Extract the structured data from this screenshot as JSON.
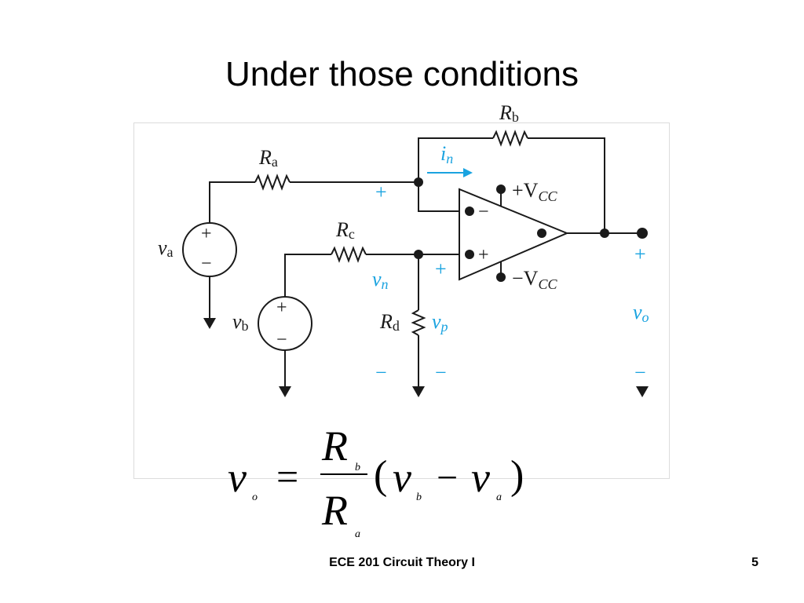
{
  "slide": {
    "title": "Under those conditions",
    "footer_course": "ECE 201 Circuit Theory I",
    "page_number": "5"
  },
  "circuit": {
    "Ra_main": "R",
    "Ra_sub": "a",
    "Rb_main": "R",
    "Rb_sub": "b",
    "Rc_main": "R",
    "Rc_sub": "c",
    "Rd_main": "R",
    "Rd_sub": "d",
    "va_main": "v",
    "va_sub": "a",
    "vb_main": "v",
    "vb_sub": "b",
    "vn_main": "v",
    "vn_sub": "n",
    "vp_main": "v",
    "vp_sub": "p",
    "vo_main": "v",
    "vo_sub": "o",
    "in_main": "i",
    "in_sub": "n",
    "vcc_pos": "+V",
    "vcc_neg": "−V",
    "vcc_sub": "CC",
    "plus": "+",
    "minus": "−",
    "accent_color": "#1aa3e0"
  },
  "equation": {
    "lhs_main": "v",
    "lhs_sub": "o",
    "equals": "=",
    "num_main": "R",
    "num_sub": "b",
    "den_main": "R",
    "den_sub": "a",
    "paren_open": "(",
    "paren_close": ")",
    "t1_main": "v",
    "t1_sub": "b",
    "op": "−",
    "t2_main": "v",
    "t2_sub": "a"
  }
}
